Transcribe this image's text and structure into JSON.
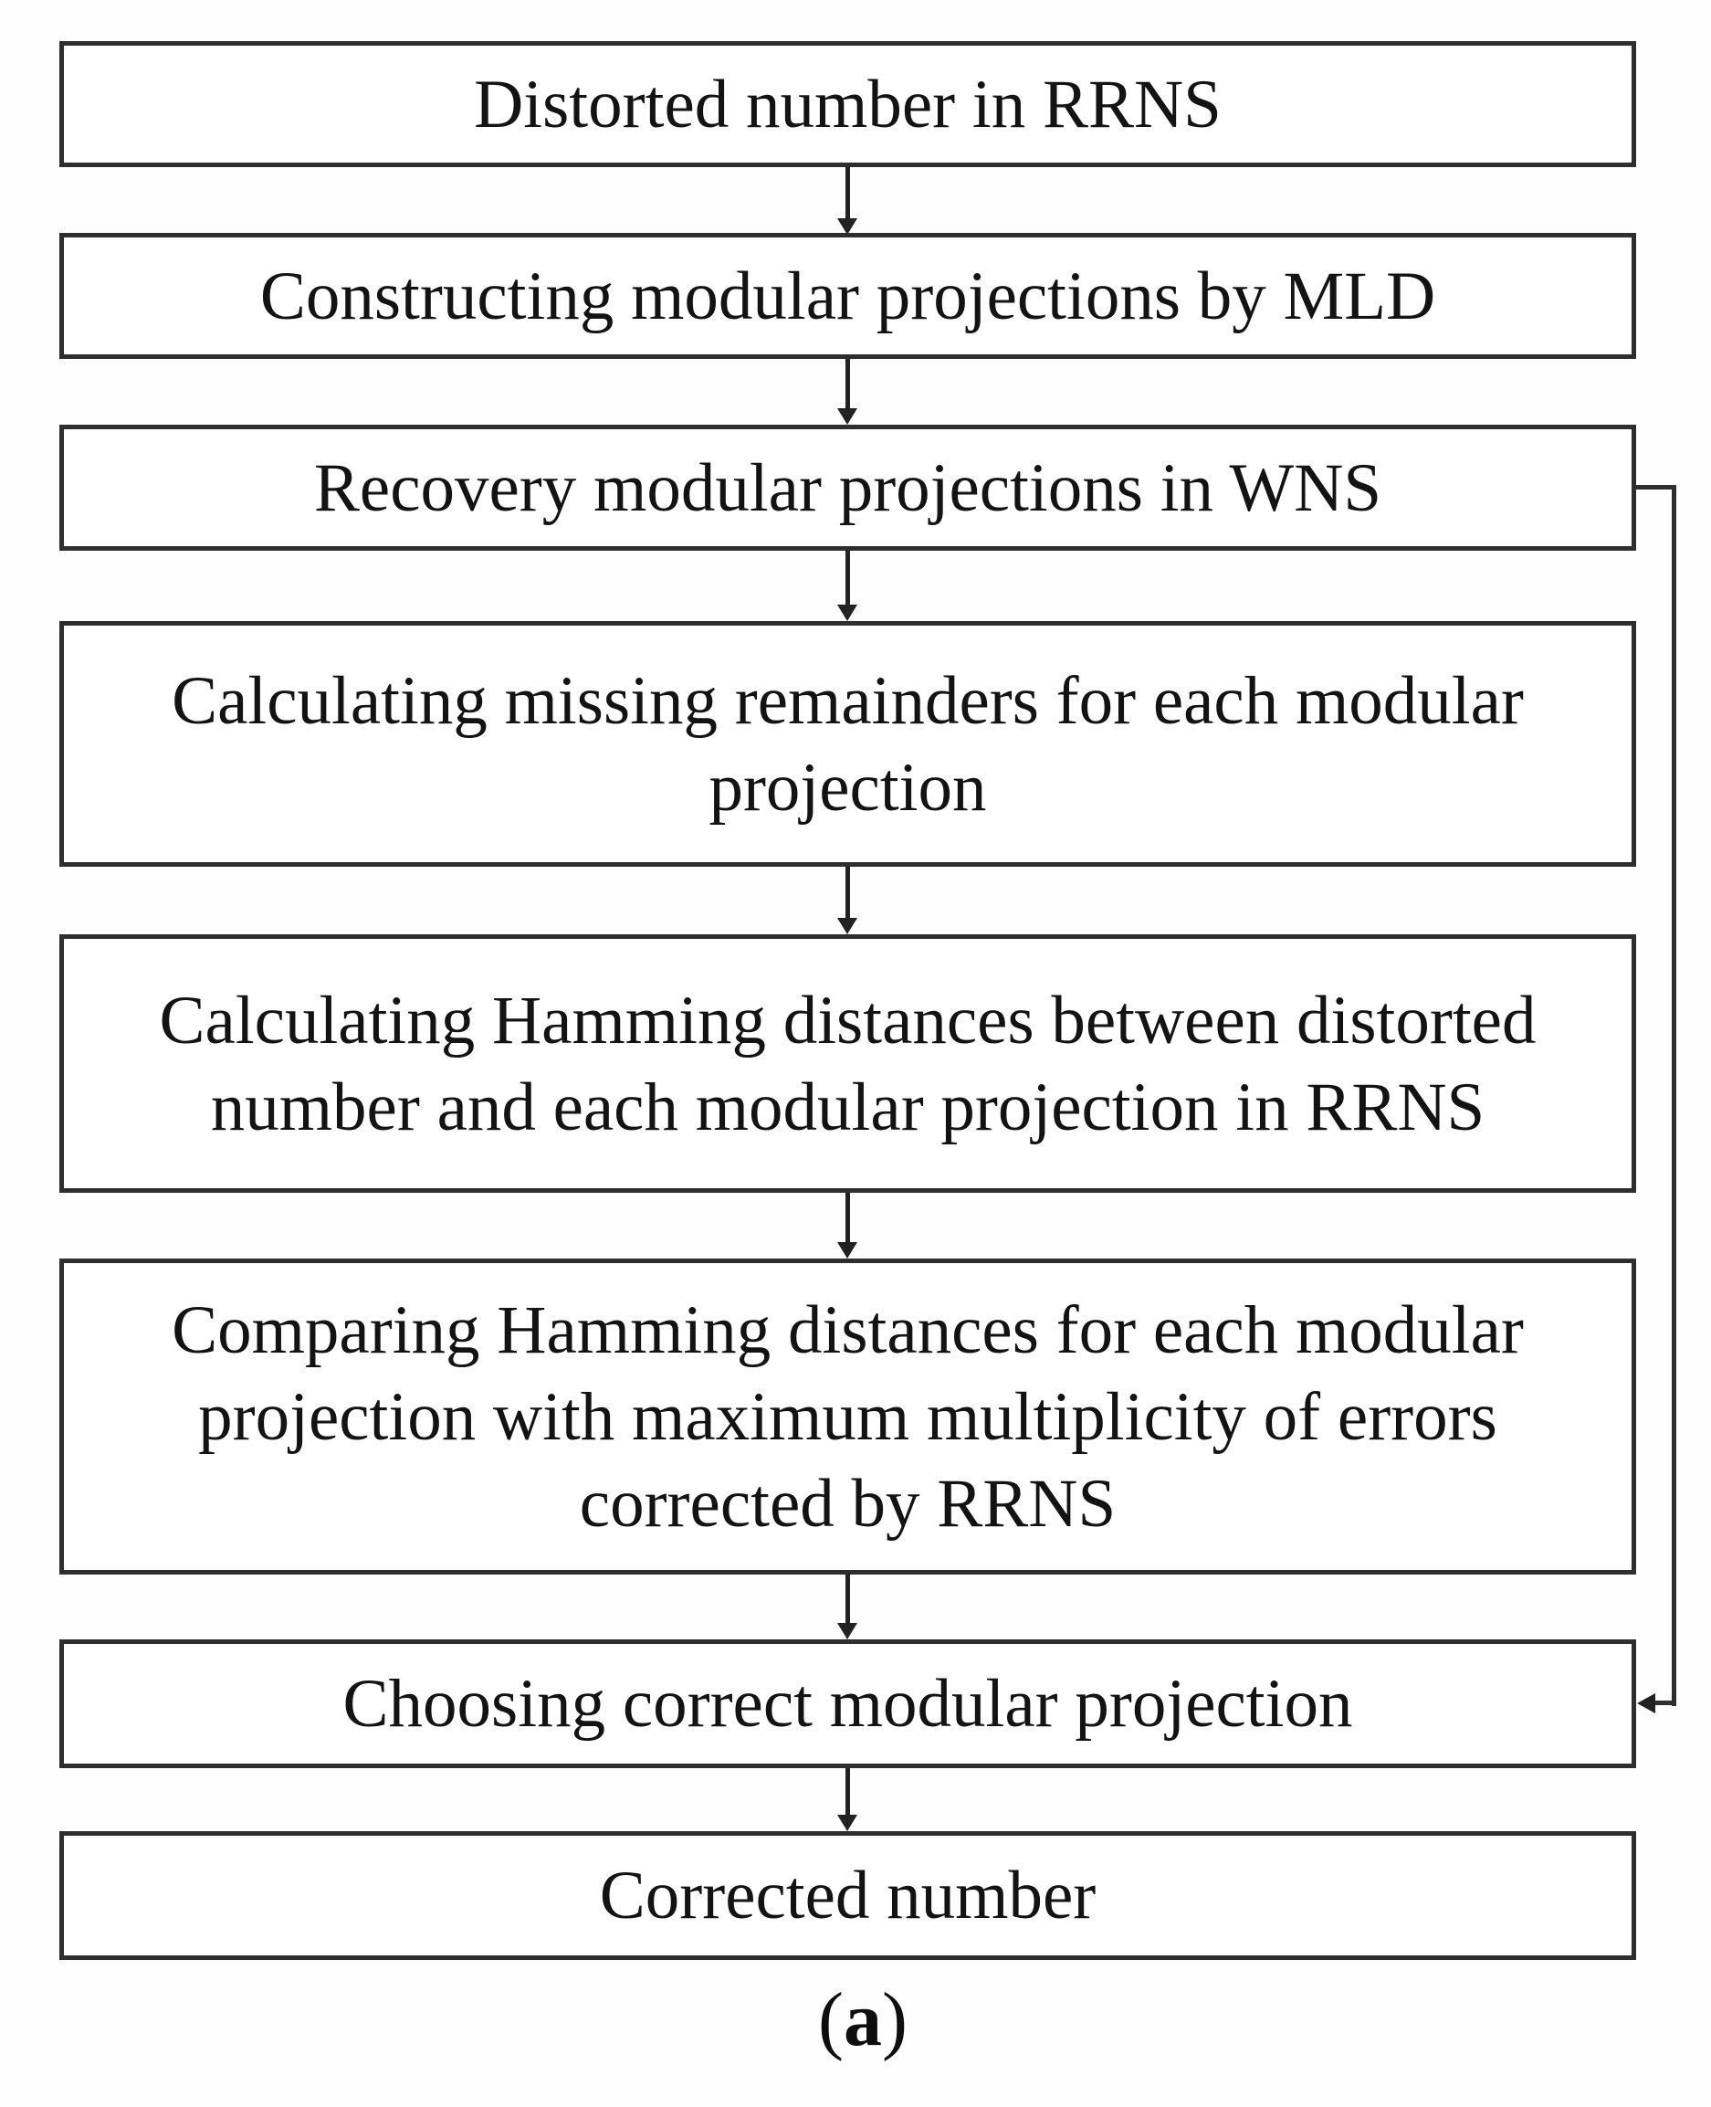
{
  "figure": {
    "type": "flowchart",
    "colors": {
      "background": "#fefefe",
      "box_fill": "#ffffff",
      "line": "#2e2e2e",
      "text": "#131313"
    },
    "boxes": [
      {
        "id": "distorted-number",
        "label": "Distorted number in RRNS"
      },
      {
        "id": "constructing-projections",
        "label": "Constructing modular projections by MLD"
      },
      {
        "id": "recovery-projections",
        "label": "Recovery modular projections in WNS"
      },
      {
        "id": "calc-missing-remainders",
        "label": "Calculating missing remainders for each modular\nprojection"
      },
      {
        "id": "calc-hamming-distances",
        "label": "Calculating Hamming distances between distorted\nnumber and each modular projection in RRNS"
      },
      {
        "id": "compare-hamming-distances",
        "label": "Comparing Hamming distances for each modular\nprojection with maximum multiplicity of errors\ncorrected by RRNS"
      },
      {
        "id": "choose-projection",
        "label": "Choosing correct modular projection"
      },
      {
        "id": "corrected-number",
        "label": "Corrected number"
      }
    ],
    "edges": [
      {
        "from": "distorted-number",
        "to": "constructing-projections"
      },
      {
        "from": "constructing-projections",
        "to": "recovery-projections"
      },
      {
        "from": "recovery-projections",
        "to": "calc-missing-remainders"
      },
      {
        "from": "calc-missing-remainders",
        "to": "calc-hamming-distances"
      },
      {
        "from": "calc-hamming-distances",
        "to": "compare-hamming-distances"
      },
      {
        "from": "compare-hamming-distances",
        "to": "choose-projection"
      },
      {
        "from": "recovery-projections",
        "to": "choose-projection",
        "route": "right-bypass"
      },
      {
        "from": "choose-projection",
        "to": "corrected-number"
      }
    ],
    "caption": {
      "open": "(",
      "label": "a",
      "close": ")"
    }
  }
}
